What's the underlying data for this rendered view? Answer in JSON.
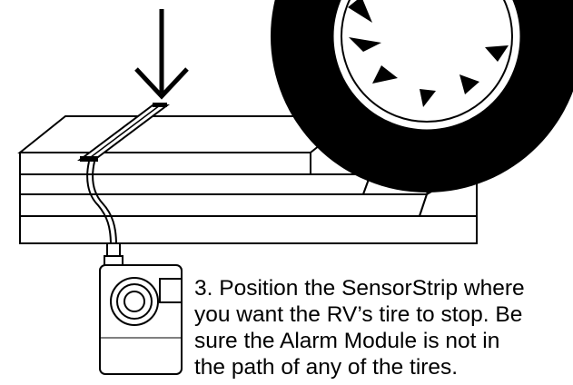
{
  "step": {
    "lines": [
      "3. Position the SensorStrip where",
      "you want the RV’s tire to stop. Be",
      "sure the Alarm Module is not in",
      "the path of any of the tires."
    ]
  },
  "colors": {
    "ink": "#000000",
    "paper": "#ffffff"
  },
  "icons": [
    "down-arrow-icon"
  ]
}
